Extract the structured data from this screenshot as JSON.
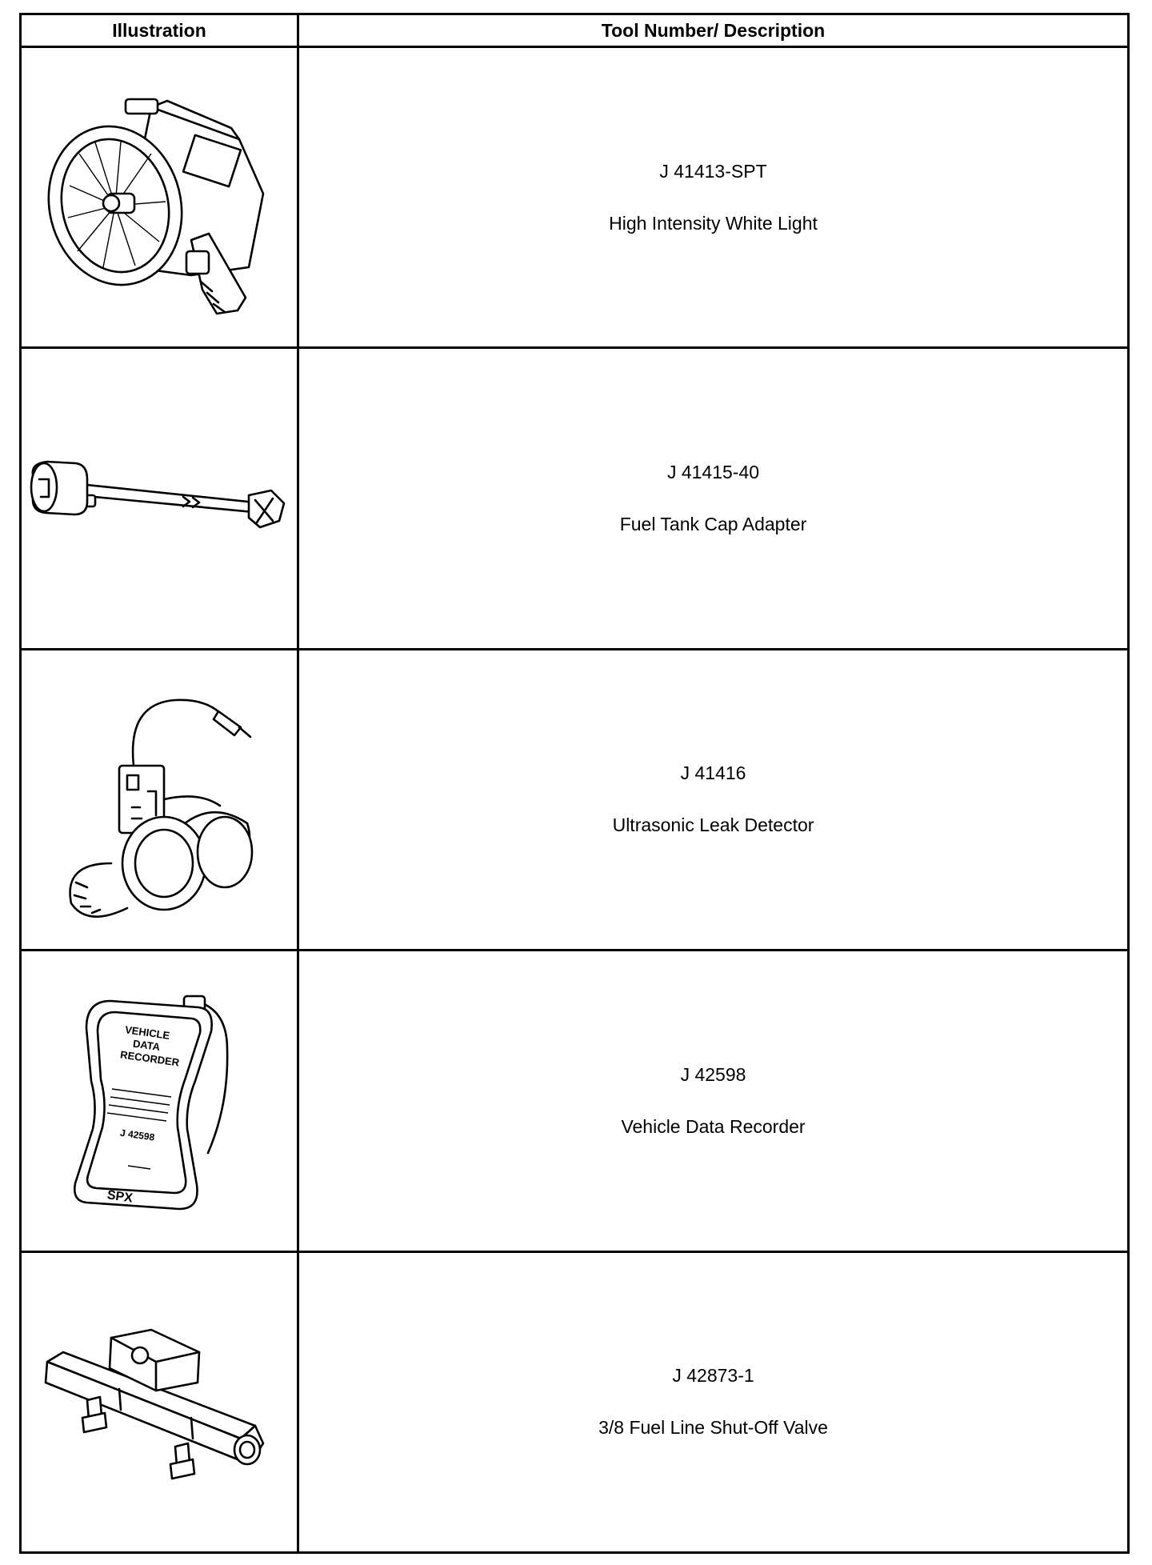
{
  "table": {
    "headers": {
      "illustration": "Illustration",
      "tool": "Tool Number/ Description"
    },
    "rows": [
      {
        "tool_number": "J 41413-SPT",
        "description": "High Intensity White Light",
        "icon": "spotlight-icon"
      },
      {
        "tool_number": "J 41415-40",
        "description": "Fuel Tank Cap Adapter",
        "icon": "fuel-cap-adapter-icon"
      },
      {
        "tool_number": "J 41416",
        "description": "Ultrasonic Leak Detector",
        "icon": "leak-detector-headphones-icon"
      },
      {
        "tool_number": "J 42598",
        "description": "Vehicle Data Recorder",
        "icon": "data-recorder-icon"
      },
      {
        "tool_number": "J 42873-1",
        "description": "3/8 Fuel Line Shut-Off Valve",
        "icon": "shutoff-valve-icon"
      }
    ]
  },
  "illustration_labels": {
    "recorder_title_1": "VEHICLE",
    "recorder_title_2": "DATA",
    "recorder_title_3": "RECORDER",
    "recorder_number": "J 42598",
    "recorder_brand": "SPX"
  }
}
